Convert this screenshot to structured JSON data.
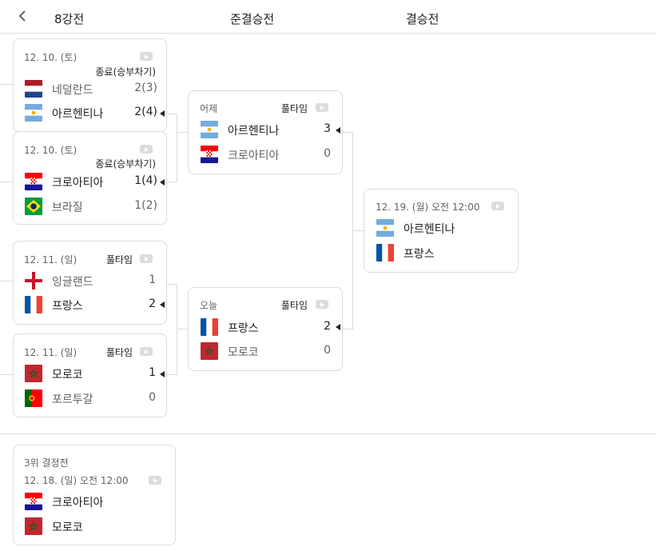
{
  "header": {
    "back_icon": "chevron-left-icon",
    "round_quarterfinal": "8강전",
    "round_semifinal": "준결승전",
    "round_final": "결승전"
  },
  "colors": {
    "border": "#dadce0",
    "text": "#202124",
    "muted": "#5f6368"
  },
  "matches": {
    "qf1": {
      "date": "12. 10. (토)",
      "status": "종료(승부차기)",
      "home": {
        "name": "네덜란드",
        "score": "2(3)",
        "flag": "netherlands-flag-icon"
      },
      "away": {
        "name": "아르헨티나",
        "score": "2(4)",
        "flag": "argentina-flag-icon"
      },
      "winner": "away"
    },
    "qf2": {
      "date": "12. 10. (토)",
      "status": "종료(승부차기)",
      "home": {
        "name": "크로아티아",
        "score": "1(4)",
        "flag": "croatia-flag-icon"
      },
      "away": {
        "name": "브라질",
        "score": "1(2)",
        "flag": "brazil-flag-icon"
      },
      "winner": "home"
    },
    "qf3": {
      "date": "12. 11. (일)",
      "status": "풀타임",
      "home": {
        "name": "잉글랜드",
        "score": "1",
        "flag": "england-flag-icon"
      },
      "away": {
        "name": "프랑스",
        "score": "2",
        "flag": "france-flag-icon"
      },
      "winner": "away"
    },
    "qf4": {
      "date": "12. 11. (일)",
      "status": "풀타임",
      "home": {
        "name": "모로코",
        "score": "1",
        "flag": "morocco-flag-icon"
      },
      "away": {
        "name": "포르투갈",
        "score": "0",
        "flag": "portugal-flag-icon"
      },
      "winner": "home"
    },
    "sf1": {
      "date": "어제",
      "status": "풀타임",
      "home": {
        "name": "아르헨티나",
        "score": "3",
        "flag": "argentina-flag-icon"
      },
      "away": {
        "name": "크로아티아",
        "score": "0",
        "flag": "croatia-flag-icon"
      },
      "winner": "home"
    },
    "sf2": {
      "date": "오늘",
      "status": "풀타임",
      "home": {
        "name": "프랑스",
        "score": "2",
        "flag": "france-flag-icon"
      },
      "away": {
        "name": "모로코",
        "score": "0",
        "flag": "morocco-flag-icon"
      },
      "winner": "home"
    },
    "final": {
      "date": "12. 19. (월) 오전 12:00",
      "home": {
        "name": "아르헨티나",
        "flag": "argentina-flag-icon"
      },
      "away": {
        "name": "프랑스",
        "flag": "france-flag-icon"
      }
    },
    "third": {
      "label": "3위 결정전",
      "date": "12. 18. (일) 오전 12:00",
      "home": {
        "name": "크로아티아",
        "flag": "croatia-flag-icon"
      },
      "away": {
        "name": "모로코",
        "flag": "morocco-flag-icon"
      }
    }
  }
}
